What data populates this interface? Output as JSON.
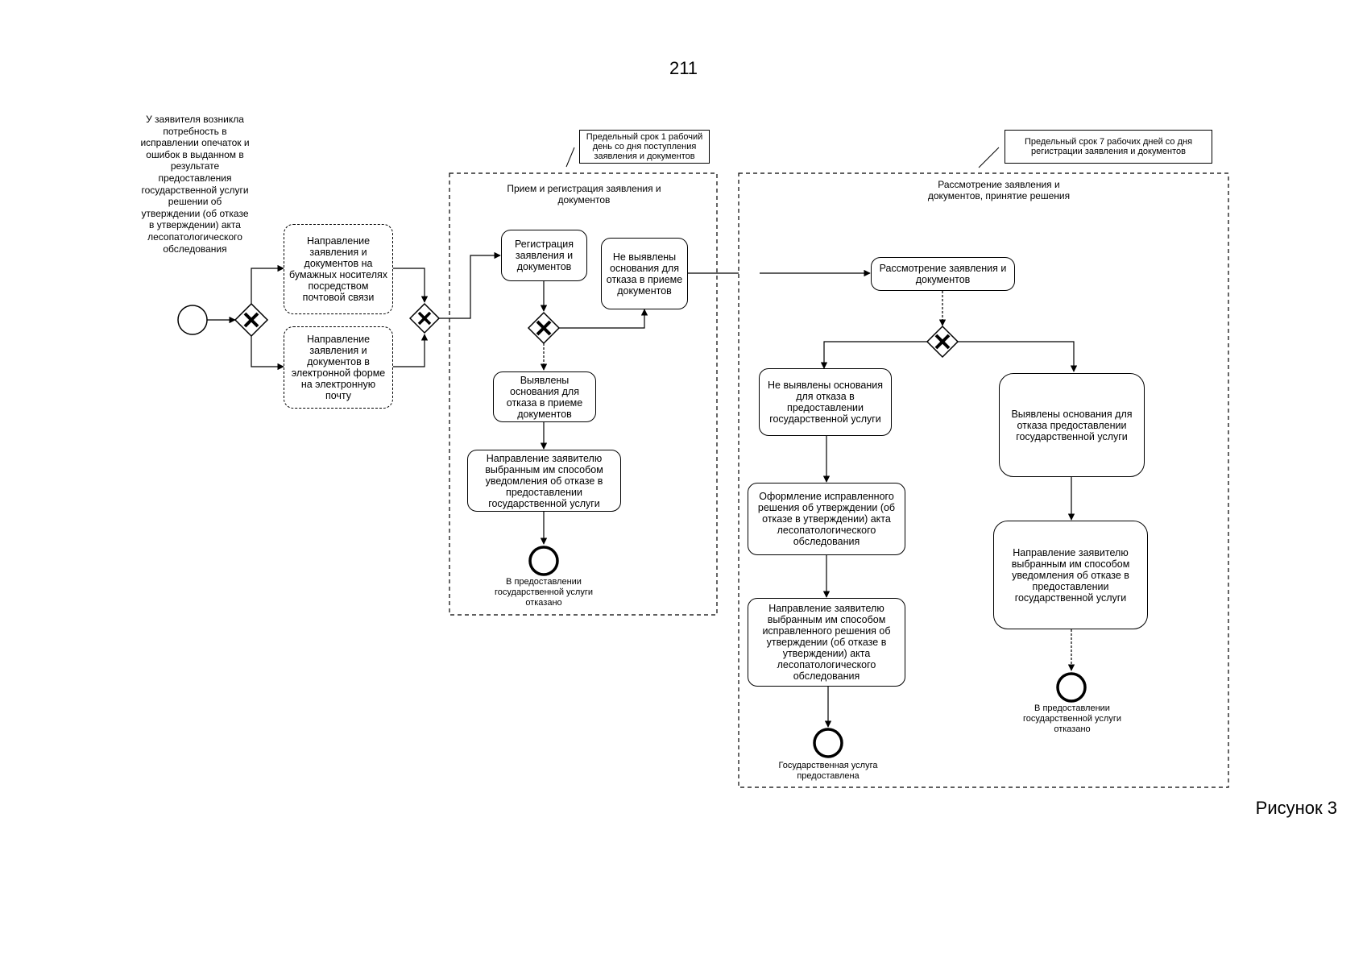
{
  "page_number": "211",
  "figure_label": "Рисунок 3",
  "start_note": "У заявителя возникла потребность в исправлении опечаток и ошибок в выданном в результате предоставления государственной услуги решении об утверждении (об отказе в утверждении) акта лесопатологического обследования",
  "tasks": {
    "paper": "Направление заявления и документов на бумажных носителях посредством почтовой связи",
    "email": "Направление заявления и документов в электронной форме на электронную почту",
    "register": "Регистрация заявления и документов",
    "no_grounds_accept": "Не выявлены основания для отказа в приеме документов",
    "grounds_accept": "Выявлены основания для отказа в приеме документов",
    "notify_refusal_accept": "Направление заявителю выбранным им способом уведомления об отказе в предоставлении государственной услуги",
    "review": "Рассмотрение заявления и документов",
    "no_grounds_service": "Не выявлены основания для отказа в предоставлении государственной услуги",
    "grounds_service": "Выявлены основания для отказа предоставлении государственной услуги",
    "prepare_decision": "Оформление исправленного решения об утверждении (об отказе в утверждении) акта лесопатологического обследования",
    "send_decision": "Направление заявителю выбранным им способом исправленного решения об утверждении (об отказе в утверждении) акта лесопатологического обследования",
    "notify_refusal_service": "Направление заявителю выбранным им способом уведомления об отказе в предоставлении государственной услуги"
  },
  "pools": {
    "reception": "Прием и регистрация заявления и документов",
    "decision": "Рассмотрение заявления и документов, принятие решения"
  },
  "notes": {
    "deadline1": "Предельный срок 1 рабочий день со дня поступления заявления и документов",
    "deadline7": "Предельный срок 7 рабочих дней со дня регистрации заявления и документов"
  },
  "ends": {
    "refused_accept": "В предоставлении государственной услуги отказано",
    "provided": "Государственная услуга предоставлена",
    "refused_service": "В предоставлении государственной услуги отказано"
  }
}
